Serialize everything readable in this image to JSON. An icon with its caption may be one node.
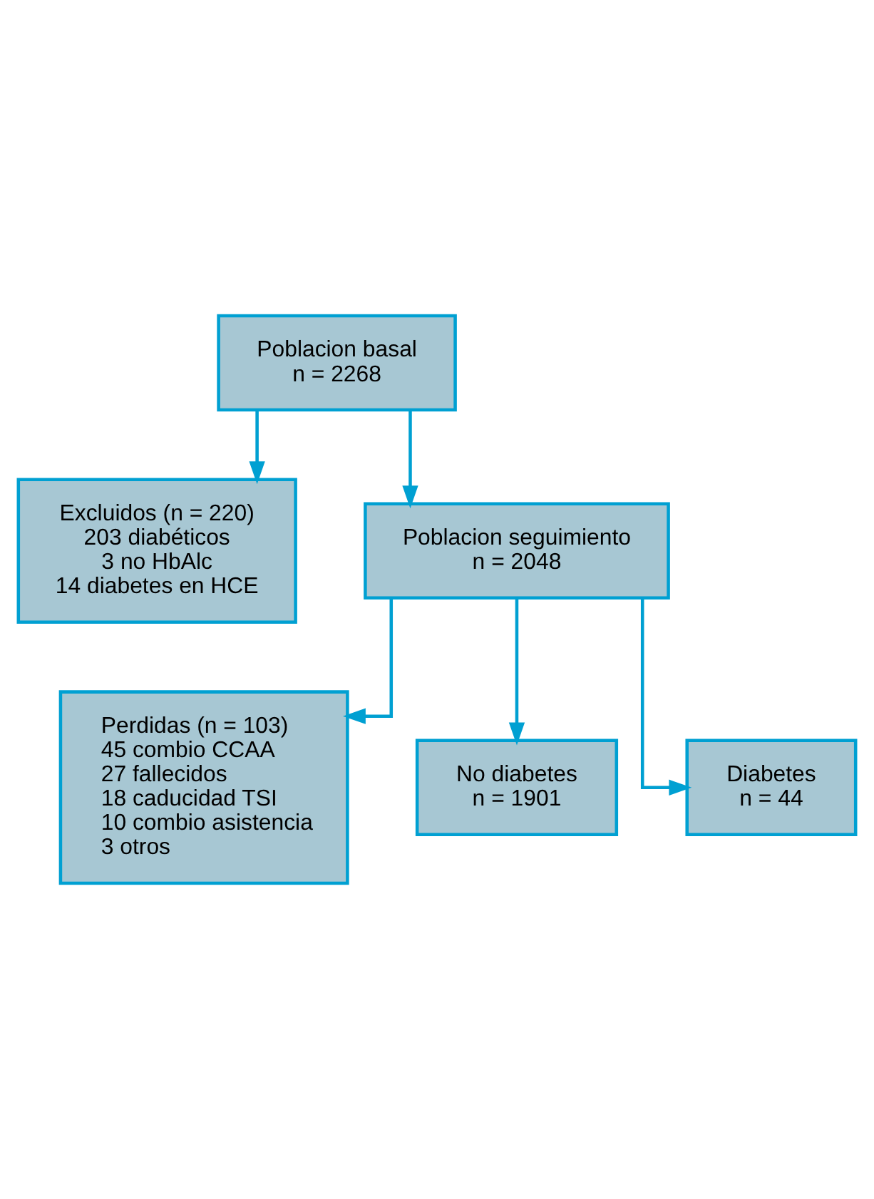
{
  "diagram": {
    "nodes": [
      {
        "text": [
          "Poblacion basal",
          "n = 2268"
        ]
      },
      {
        "text": [
          "Excluidos (n = 220)",
          "203 diabéticos",
          "3 no HbAlc",
          "14 diabetes en HCE"
        ]
      },
      {
        "text": [
          "Poblacion seguimiento",
          "n = 2048"
        ]
      },
      {
        "text": [
          "Perdidas (n = 103)",
          "45 combio CCAA",
          "27 fallecidos",
          "18 caducidad TSI",
          "10 combio asistencia",
          "3 otros"
        ]
      },
      {
        "text": [
          "No diabetes",
          "n = 1901"
        ]
      },
      {
        "text": [
          "Diabetes",
          "n = 44"
        ]
      }
    ],
    "edges": [
      {
        "from": 0,
        "to": 1,
        "arrow": "to"
      },
      {
        "from": 0,
        "to": 2,
        "arrow": "to"
      },
      {
        "from": 2,
        "to": 3,
        "arrow": "to"
      },
      {
        "from": 2,
        "to": 4,
        "arrow": "to"
      },
      {
        "from": 2,
        "to": 5,
        "arrow": "to"
      }
    ]
  }
}
